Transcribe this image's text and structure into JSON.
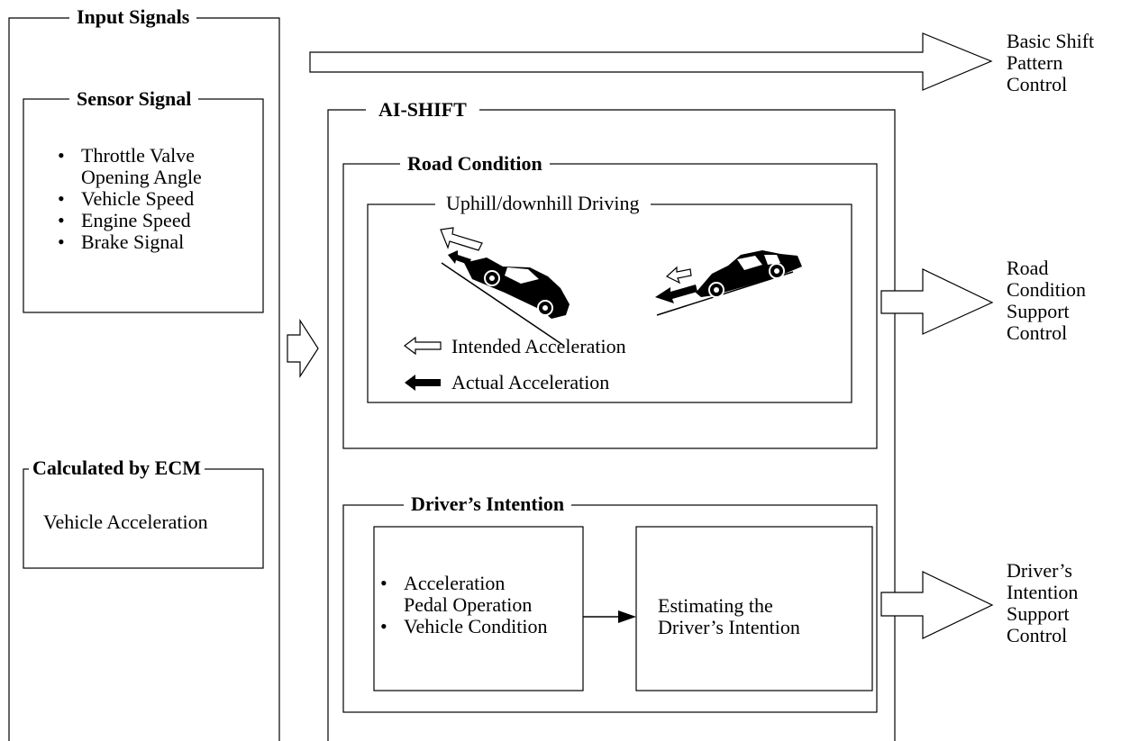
{
  "input_signals": {
    "title": "Input Signals",
    "sensor_signal": {
      "title": "Sensor Signal",
      "items": [
        "Throttle Valve Opening Angle",
        "Vehicle Speed",
        "Engine Speed",
        "Brake Signal"
      ],
      "item_lines": [
        [
          "Throttle Valve",
          "Opening Angle"
        ],
        [
          "Vehicle Speed"
        ],
        [
          "Engine Speed"
        ],
        [
          "Brake Signal"
        ]
      ]
    },
    "calculated_by_ecm": {
      "title": "Calculated by ECM",
      "value": "Vehicle Acceleration"
    }
  },
  "outputs": {
    "basic_shift": [
      "Basic Shift",
      "Pattern",
      "Control"
    ],
    "road_condition": [
      "Road",
      "Condition",
      "Support",
      "Control"
    ],
    "drivers_intention": [
      "Driver’s",
      "Intention",
      "Support",
      "Control"
    ]
  },
  "ai_shift": {
    "title": "AI-SHIFT",
    "road_condition": {
      "title": "Road Condition",
      "panel_title": "Uphill/downhill Driving",
      "legend": {
        "intended": "Intended Acceleration",
        "actual": "Actual Acceleration"
      }
    },
    "drivers_intention": {
      "title": "Driver’s Intention",
      "inputs_lines": [
        [
          "Acceleration",
          "Pedal Operation"
        ],
        [
          "Vehicle Condition"
        ]
      ],
      "estimating_lines": [
        "Estimating the",
        "Driver’s Intention"
      ]
    }
  }
}
